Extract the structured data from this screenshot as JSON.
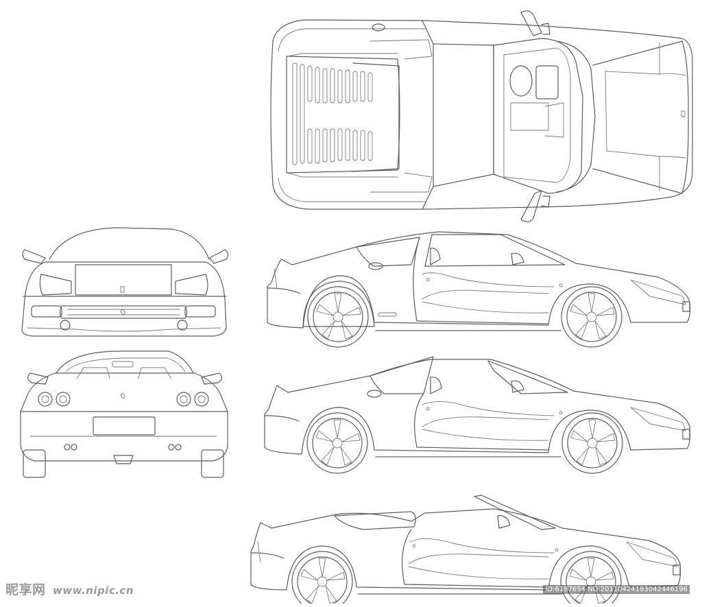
{
  "watermark": {
    "brand": "昵享网",
    "url": "www.nipic.cn",
    "id": "ID:6187654 NO:20110424193042446196"
  },
  "views": [
    {
      "id": "top",
      "label": "top view"
    },
    {
      "id": "front",
      "label": "front view"
    },
    {
      "id": "rear",
      "label": "rear view"
    },
    {
      "id": "side-coupe",
      "label": "side view coupe"
    },
    {
      "id": "side-targa",
      "label": "side view targa"
    },
    {
      "id": "side-spider",
      "label": "side view spider"
    }
  ]
}
